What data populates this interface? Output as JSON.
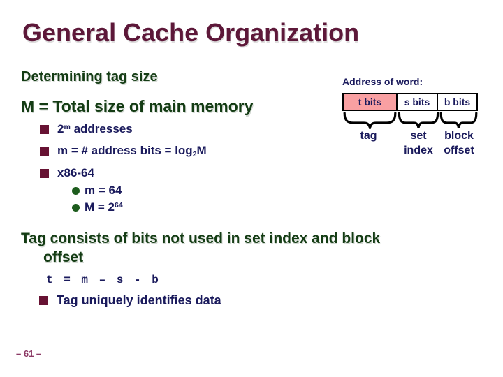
{
  "colors": {
    "title": "#5d1839",
    "green": "#143c14",
    "navy": "#1a1a5c",
    "bullet": "#671233",
    "circle": "#1d5c1d",
    "pink": "#f9a0a2",
    "footer": "#8c3a66"
  },
  "header": {
    "title": "General Cache Organization"
  },
  "content": {
    "heading1": "Determining tag size",
    "heading2": "M = Total size of main memory",
    "bullet1": {
      "base": "2",
      "sup": "m",
      "rest": " addresses"
    },
    "bullet2": {
      "base": "m = # address bits = log",
      "sub": "2",
      "rest": "M"
    },
    "bullet3": "x86-64",
    "subbullet1": "m = 64",
    "subbullet2": {
      "base": "M = 2",
      "sup": "64"
    }
  },
  "diagram": {
    "label": "Address of word:",
    "cells": [
      {
        "text": "t bits"
      },
      {
        "text": "s bits"
      },
      {
        "text": "b bits"
      }
    ],
    "labels": {
      "tag": "tag",
      "set1": "set",
      "set2": "index",
      "block1": "block",
      "block2": "offset"
    }
  },
  "bottom": {
    "heading_line1": "Tag consists of bits not used in set index and block",
    "heading_line2": "offset",
    "formula": "t = m – s - b",
    "bullet": "Tag uniquely identifies data"
  },
  "footer": {
    "page": "– 61 –"
  }
}
